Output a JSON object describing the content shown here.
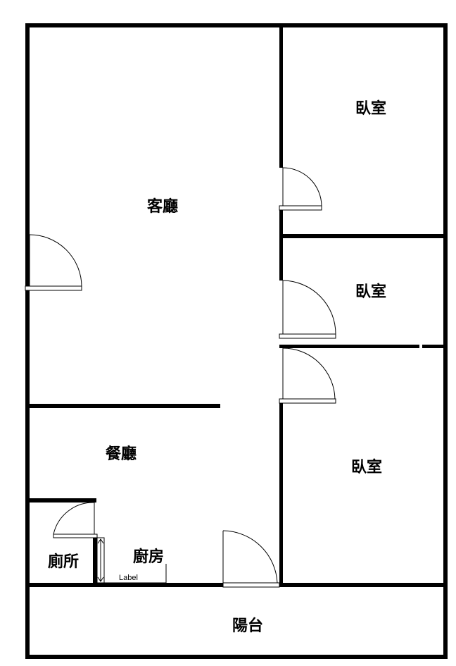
{
  "floorplan": {
    "rooms": {
      "living_room": "客廳",
      "bedroom_1": "臥室",
      "bedroom_2": "臥室",
      "bedroom_3": "臥室",
      "dining_room": "餐廳",
      "toilet": "廁所",
      "kitchen": "廚房",
      "balcony": "陽台"
    },
    "dimension_label": "Label",
    "colors": {
      "wall": "#000000",
      "background": "#ffffff"
    }
  }
}
